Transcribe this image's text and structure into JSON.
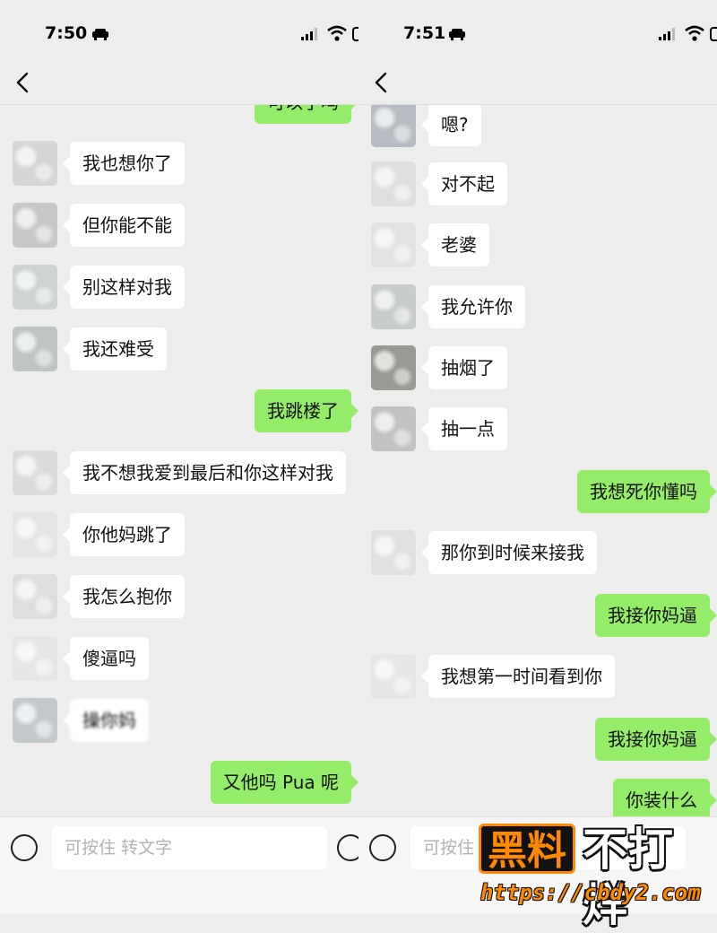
{
  "left": {
    "time": "7:50",
    "input_placeholder": "可按住 转文字",
    "messages": [
      {
        "side": "out",
        "text": "可以了吗",
        "partial": true
      },
      {
        "side": "in",
        "text": "我也想你了"
      },
      {
        "side": "in",
        "text": "但你能不能"
      },
      {
        "side": "in",
        "text": "别这样对我"
      },
      {
        "side": "in",
        "text": "我还难受"
      },
      {
        "side": "out",
        "text": "我跳楼了"
      },
      {
        "side": "in",
        "text": "我不想我爱到最后和你这样对我"
      },
      {
        "side": "in",
        "text": "你他妈跳了"
      },
      {
        "side": "in",
        "text": "我怎么抱你"
      },
      {
        "side": "in",
        "text": "傻逼吗"
      },
      {
        "side": "in",
        "text": "操你妈",
        "blurred": true
      },
      {
        "side": "out",
        "text": "又他吗 Pua 呢"
      }
    ]
  },
  "right": {
    "time": "7:51",
    "input_placeholder": "可按住",
    "messages": [
      {
        "side": "in",
        "text": "嗯?"
      },
      {
        "side": "in",
        "text": "对不起"
      },
      {
        "side": "in",
        "text": "老婆"
      },
      {
        "side": "in",
        "text": "我允许你"
      },
      {
        "side": "in",
        "text": "抽烟了"
      },
      {
        "side": "in",
        "text": "抽一点"
      },
      {
        "side": "out",
        "text": "我想死你懂吗"
      },
      {
        "side": "in",
        "text": "那你到时候来接我"
      },
      {
        "side": "out",
        "text": "我接你妈逼"
      },
      {
        "side": "in",
        "text": "我想第一时间看到你"
      },
      {
        "side": "out",
        "text": "我接你妈逼"
      },
      {
        "side": "out",
        "text": "你装什么"
      }
    ]
  },
  "watermark": {
    "badge": "黑料",
    "text": "不打烊",
    "url": "https://cbdy2.com"
  },
  "colors": {
    "outgoing_bubble": "#95ec69",
    "incoming_bubble": "#ffffff",
    "background": "#ededed",
    "watermark_accent": "#ff8a00"
  },
  "icons": [
    "back-arrow-icon",
    "voice-icon",
    "emoji-icon",
    "car-icon",
    "signal-icon",
    "wifi-icon",
    "battery-icon"
  ]
}
